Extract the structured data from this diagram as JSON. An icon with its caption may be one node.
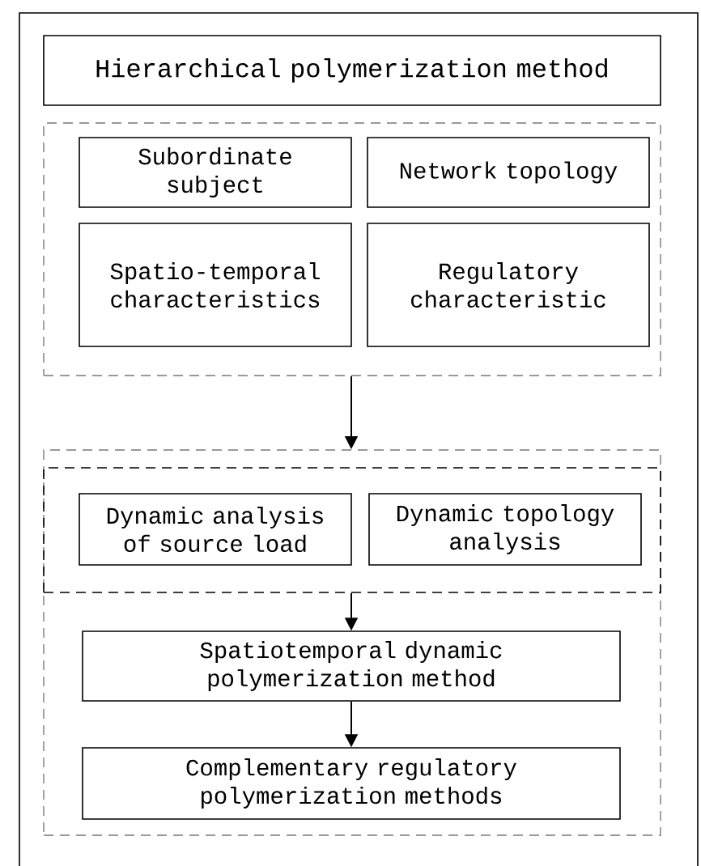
{
  "diagram": {
    "nodes": [
      {
        "text": [
          "Hierarchical polymerization method"
        ]
      },
      {
        "text": [],
        "shape": "box"
      },
      {
        "text": [
          "Subordinate subject"
        ],
        "in": 1
      },
      {
        "text": [
          "Network topology"
        ],
        "in": 1
      },
      {
        "text": [
          "Spatio-temporal characteristics"
        ],
        "in": 1
      },
      {
        "text": [
          "Regulatory characteristic"
        ],
        "in": 1
      },
      {
        "text": [],
        "shape": "box"
      },
      {
        "text": [],
        "shape": "box",
        "in": 6
      },
      {
        "text": [
          "Dynamic analysis of source load"
        ],
        "in": 7
      },
      {
        "text": [
          "Dynamic topology analysis"
        ],
        "in": 7
      },
      {
        "text": [
          "Spatiotemporal dynamic polymerization method"
        ],
        "in": 6
      },
      {
        "text": [
          "Complementary regulatory polymerization methods"
        ],
        "in": 6
      }
    ],
    "edges": [
      {
        "from": 1,
        "to": 6,
        "arrow": "to"
      },
      {
        "from": 7,
        "to": 10,
        "arrow": "to"
      },
      {
        "from": 10,
        "to": 11,
        "arrow": "to"
      }
    ]
  }
}
